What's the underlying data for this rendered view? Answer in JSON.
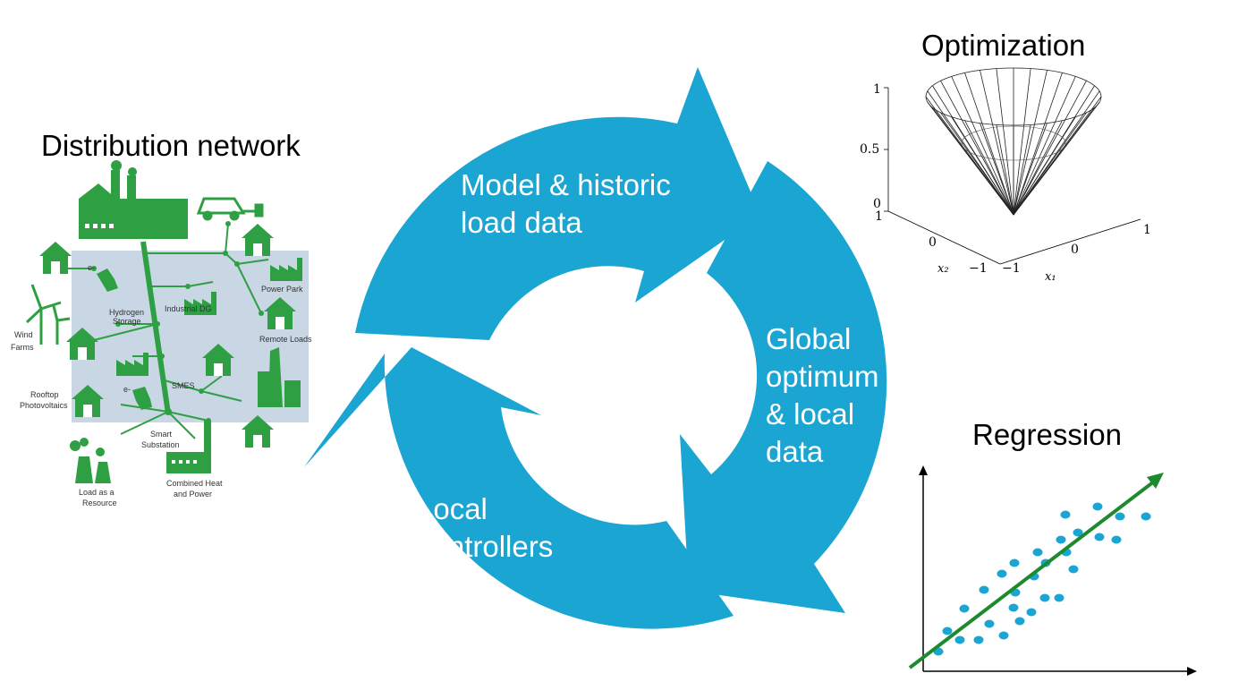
{
  "titles": {
    "distribution": "Distribution network",
    "optimization": "Optimization",
    "regression": "Regression"
  },
  "cycle": {
    "top": "Model & historic\nload data",
    "right": "Global\noptimum\n& local\ndata",
    "left": "Local\ncontrollers",
    "color": "#1aa5d3"
  },
  "network": {
    "labels": {
      "power_park": "Power Park",
      "remote_loads": "Remote Loads",
      "hydrogen_l1": "Hydrogen",
      "hydrogen_l2": "Storage",
      "industrial_dg": "Industrial DG",
      "wind_l1": "Wind",
      "wind_l2": "Farms",
      "smes": "SMES",
      "rooftop_l1": "Rooftop",
      "rooftop_l2": "Photovoltaics",
      "smart_l1": "Smart",
      "smart_l2": "Substation",
      "load_l1": "Load as a",
      "load_l2": "Resource",
      "chp_l1": "Combined Heat",
      "chp_l2": "and Power",
      "e1": "e-",
      "e2": "e-"
    },
    "green": "#2ea043"
  },
  "optimization": {
    "z_ticks": [
      "1",
      "0.5",
      "0"
    ],
    "x1_ticks": [
      "1",
      "0",
      "−1"
    ],
    "x2_ticks": [
      "1",
      "0",
      "−1"
    ],
    "x1_label": "x₁",
    "x2_label": "x₂"
  },
  "regression": {
    "points_color": "#1aa5d3",
    "line_color": "#1e8a2e"
  }
}
